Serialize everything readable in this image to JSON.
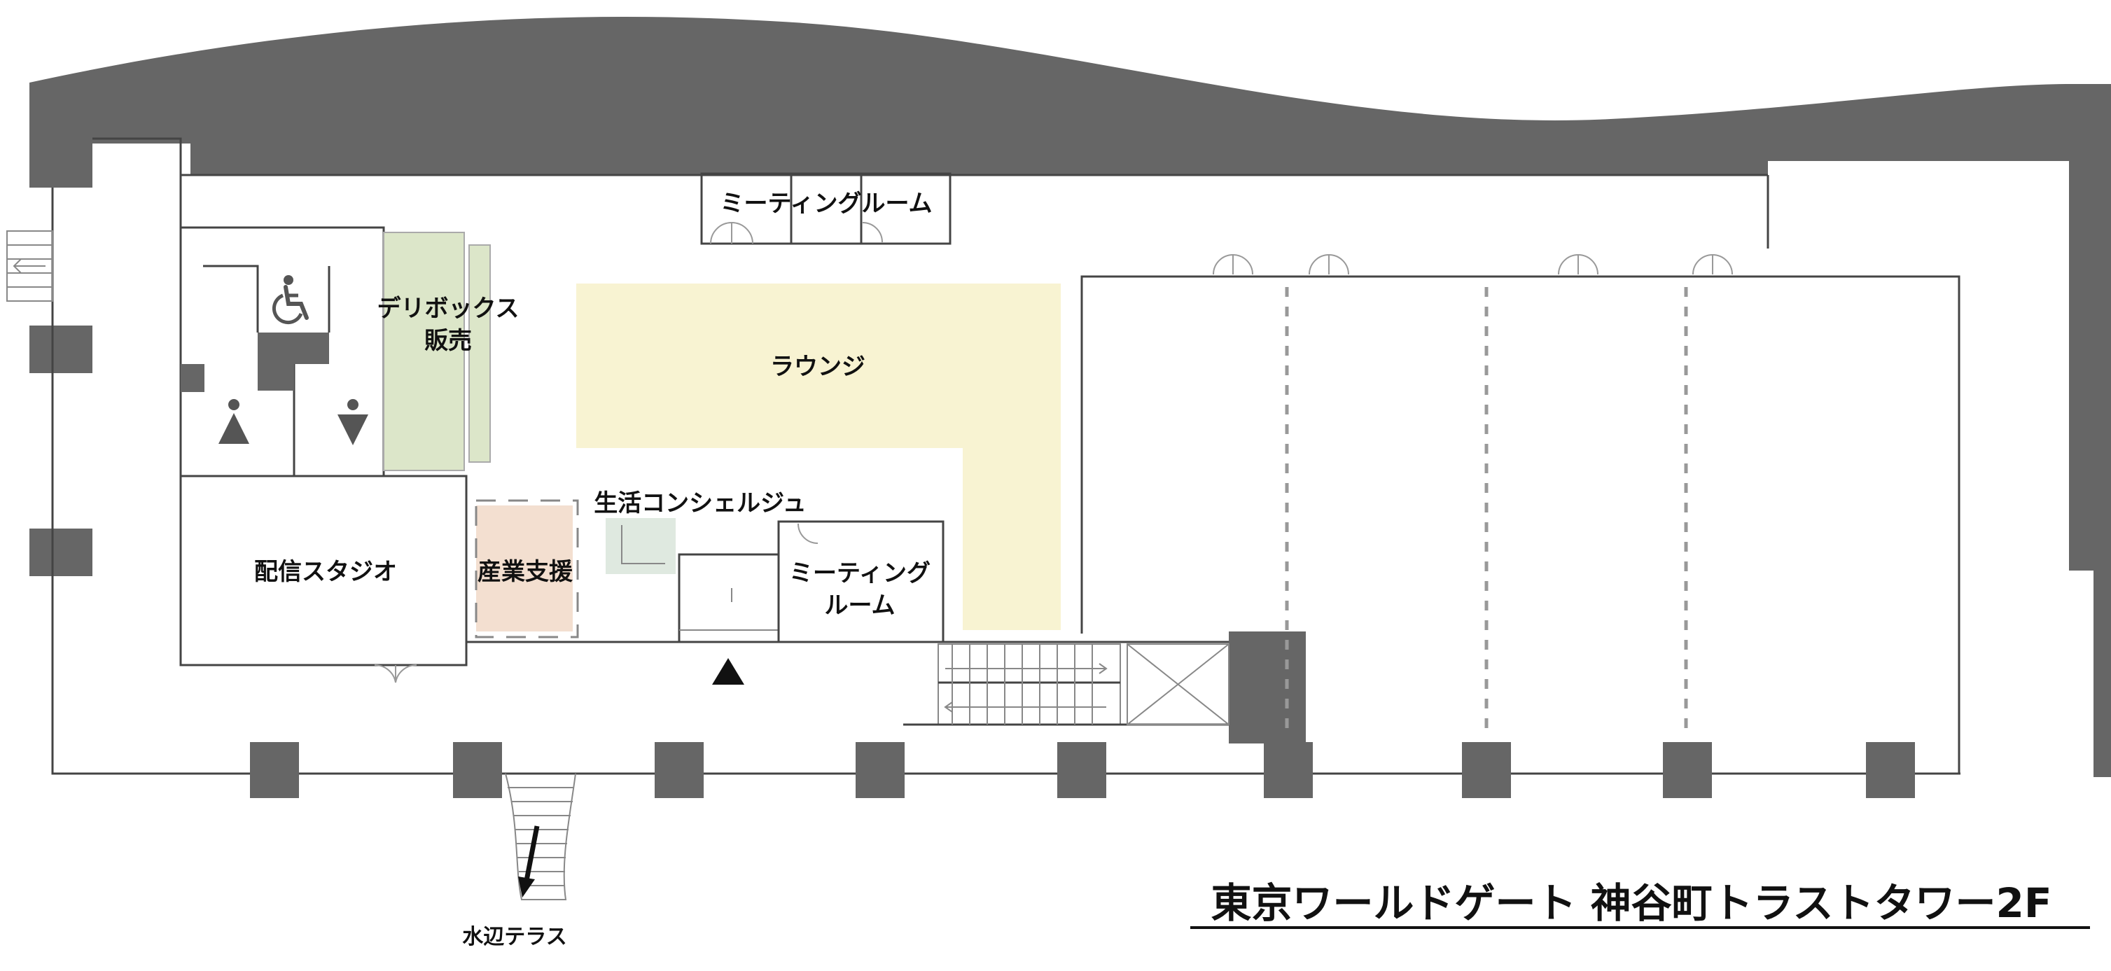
{
  "map": {
    "title": "東京ワールドゲート 神谷町トラストタワー2F",
    "rooms": {
      "meeting_room_top": "ミーティングルーム",
      "delibox_line1": "デリボックス",
      "delibox_line2": "販売",
      "lounge": "ラウンジ",
      "life_concierge": "生活コンシェルジュ",
      "broadcast_studio": "配信スタジオ",
      "industry_support": "産業支援",
      "meeting_room_mid_line1": "ミーティング",
      "meeting_room_mid_line2": "ルーム",
      "waterside_terrace": "水辺テラス"
    },
    "colors": {
      "wall": "#666666",
      "lounge": "#f8f3d2",
      "delibox": "#dce6c9",
      "industry_support": "#f3dfd0",
      "concierge": "#dfe9e0"
    },
    "icons": {
      "accessible_restroom": "wheelchair-icon",
      "womens_restroom": "female-restroom-icon",
      "mens_restroom": "male-restroom-icon",
      "entrance": "entrance-triangle-icon",
      "terrace_direction": "arrow-down-icon"
    }
  }
}
